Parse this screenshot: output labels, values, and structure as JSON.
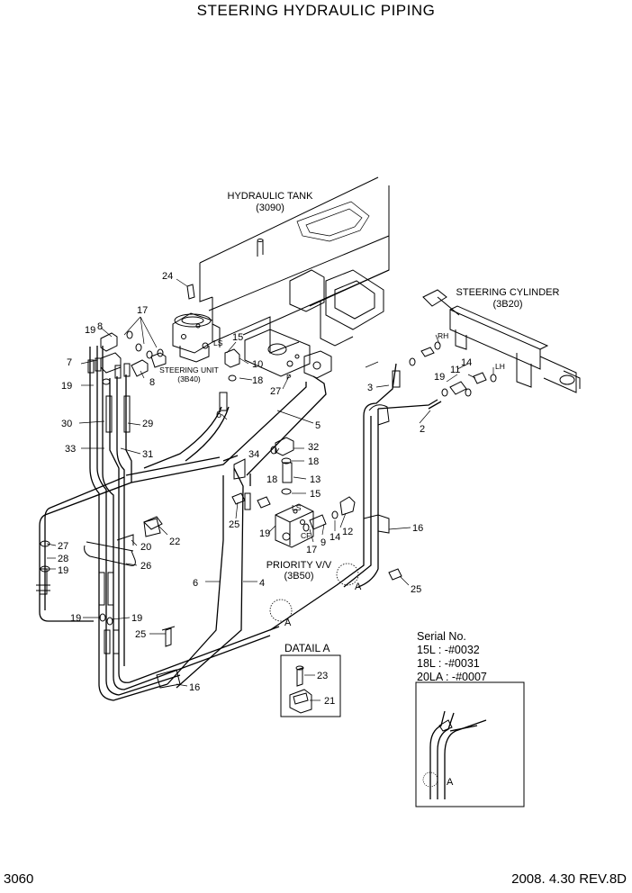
{
  "title": "STEERING HYDRAULIC PIPING",
  "page_number": "3060",
  "revision": "2008. 4.30  REV.8D",
  "components": {
    "hydraulic_tank": "HYDRAULIC TANK",
    "hydraulic_tank_ref": "(3090)",
    "steering_cylinder": "STEERING CYLINDER",
    "steering_cylinder_ref": "(3B20)",
    "steering_unit": "STEERING UNIT",
    "steering_unit_ref": "(3B40)",
    "priority_valve": "PRIORITY V/V",
    "priority_valve_ref": "(3B50)"
  },
  "port_marks": {
    "ls1": "LS",
    "ls2": "LS",
    "cf": "CF",
    "rh": "RH",
    "lh": "LH",
    "p": "P"
  },
  "detail": {
    "title": "DATAIL A",
    "callouts": [
      "23",
      "21"
    ],
    "marker": "A"
  },
  "serial": {
    "heading": "Serial No.",
    "lines": [
      "15L : -#0032",
      "18L : -#0031",
      "20LA : -#0007"
    ],
    "marker": "A"
  },
  "view_markers": [
    "A",
    "A"
  ],
  "callouts": [
    "24",
    "17",
    "19",
    "8",
    "7",
    "19",
    "8",
    "15",
    "LS",
    "10",
    "18",
    "27",
    "6",
    "5",
    "30",
    "29",
    "33",
    "31",
    "3",
    "19",
    "11",
    "14",
    "2",
    "34",
    "32",
    "18",
    "13",
    "18",
    "15",
    "25",
    "19",
    "17",
    "9",
    "14",
    "12",
    "16",
    "22",
    "20",
    "27",
    "28",
    "19",
    "26",
    "6",
    "4",
    "25",
    "19",
    "19",
    "25",
    "16"
  ]
}
